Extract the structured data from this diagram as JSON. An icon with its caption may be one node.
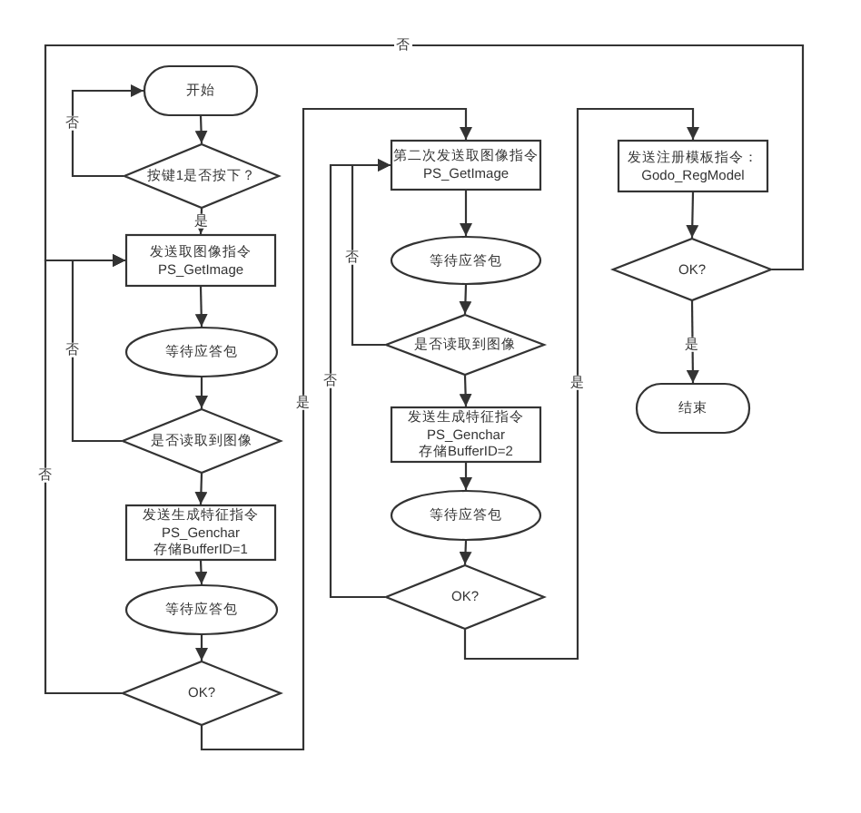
{
  "diagram": {
    "nodes": [
      {
        "text": [
          "开始"
        ]
      },
      {
        "text": [
          "按键1是否按下？"
        ]
      },
      {
        "text": [
          "发送取图像指令 PS_GetImage"
        ]
      },
      {
        "text": [
          "等待应答包"
        ]
      },
      {
        "text": [
          "是否读取到图像"
        ]
      },
      {
        "text": [
          "发送生成特征指令 PS_Genchar 存储BufferID=1"
        ]
      },
      {
        "text": [
          "等待应答包"
        ]
      },
      {
        "text": [
          "OK?"
        ]
      },
      {
        "text": [
          "第二次发送取图像指令 PS_GetImage"
        ]
      },
      {
        "text": [
          "等待应答包"
        ]
      },
      {
        "text": [
          "是否读取到图像"
        ]
      },
      {
        "text": [
          "发送生成特征指令 PS_Genchar 存储BufferID=2"
        ]
      },
      {
        "text": [
          "等待应答包"
        ]
      },
      {
        "text": [
          "OK?"
        ]
      },
      {
        "text": [
          "发送注册模板指令：Godo_RegModel"
        ]
      },
      {
        "text": [
          "OK?"
        ]
      },
      {
        "text": [
          "结束"
        ]
      }
    ],
    "edges": [
      {
        "from": 0,
        "to": 1,
        "arrow": "to"
      },
      {
        "from": 1,
        "to": 0,
        "arrow": "to",
        "label": "否"
      },
      {
        "from": 1,
        "to": 2,
        "arrow": "to",
        "label": "是"
      },
      {
        "from": 2,
        "to": 3,
        "arrow": "to"
      },
      {
        "from": 3,
        "to": 4,
        "arrow": "to"
      },
      {
        "from": 4,
        "to": 2,
        "arrow": "to",
        "label": "否"
      },
      {
        "from": 4,
        "to": 5,
        "arrow": "to"
      },
      {
        "from": 5,
        "to": 6,
        "arrow": "to"
      },
      {
        "from": 6,
        "to": 7,
        "arrow": "to"
      },
      {
        "from": 7,
        "to": 2,
        "arrow": "to",
        "label": "否"
      },
      {
        "from": 7,
        "to": 8,
        "arrow": "to",
        "label": "是"
      },
      {
        "from": 8,
        "to": 9,
        "arrow": "to"
      },
      {
        "from": 9,
        "to": 10,
        "arrow": "to"
      },
      {
        "from": 10,
        "to": 8,
        "arrow": "to",
        "label": "否"
      },
      {
        "from": 10,
        "to": 11,
        "arrow": "to"
      },
      {
        "from": 11,
        "to": 12,
        "arrow": "to"
      },
      {
        "from": 12,
        "to": 13,
        "arrow": "to"
      },
      {
        "from": 13,
        "to": 8,
        "arrow": "to",
        "label": "否"
      },
      {
        "from": 13,
        "to": 14,
        "arrow": "to",
        "label": "是"
      },
      {
        "from": 14,
        "to": 15,
        "arrow": "to"
      },
      {
        "from": 15,
        "to": 16,
        "arrow": "to",
        "label": "是"
      },
      {
        "from": 15,
        "to": 2,
        "arrow": "to",
        "label": "否"
      }
    ]
  }
}
